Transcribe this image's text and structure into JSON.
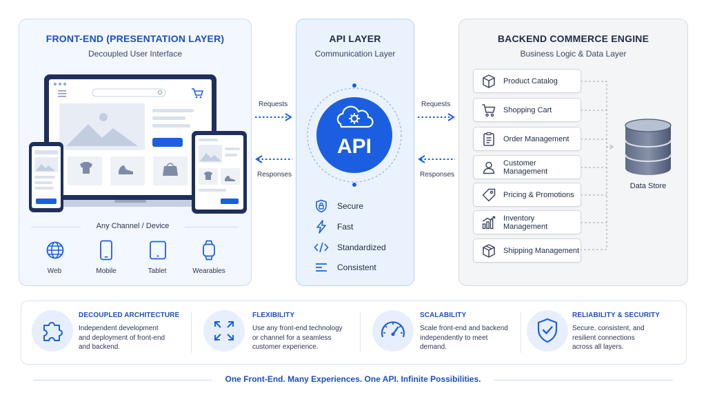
{
  "front": {
    "title": "FRONT-END (PRESENTATION LAYER)",
    "subtitle": "Decoupled User Interface",
    "channel_caption": "Any Channel / Device",
    "channels": [
      {
        "label": "Web",
        "icon": "globe-icon"
      },
      {
        "label": "Mobile",
        "icon": "mobile-icon"
      },
      {
        "label": "Tablet",
        "icon": "tablet-icon"
      },
      {
        "label": "Wearables",
        "icon": "watch-icon"
      }
    ]
  },
  "api": {
    "title": "API LAYER",
    "subtitle": "Communication Layer",
    "badge": "API",
    "features": [
      {
        "label": "Secure",
        "icon": "lock-icon"
      },
      {
        "label": "Fast",
        "icon": "lightning-icon"
      },
      {
        "label": "Standardized",
        "icon": "code-icon"
      },
      {
        "label": "Consistent",
        "icon": "lines-icon"
      }
    ]
  },
  "flow": {
    "left_requests": "Requests",
    "left_responses": "Responses",
    "right_requests": "Requests",
    "right_responses": "Responses"
  },
  "backend": {
    "title": "BACKEND COMMERCE ENGINE",
    "subtitle": "Business Logic & Data Layer",
    "modules": [
      {
        "label": "Product Catalog",
        "icon": "box-icon"
      },
      {
        "label": "Shopping Cart",
        "icon": "cart-icon"
      },
      {
        "label": "Order Management",
        "icon": "clipboard-icon"
      },
      {
        "label": "Customer Management",
        "icon": "user-icon"
      },
      {
        "label": "Pricing & Promotions",
        "icon": "tag-icon"
      },
      {
        "label": "Inventory Management",
        "icon": "bar-chart-icon"
      },
      {
        "label": "Shipping Management",
        "icon": "package-icon"
      }
    ],
    "data_store": "Data Store"
  },
  "benefits": [
    {
      "title": "DECOUPLED ARCHITECTURE",
      "lines": [
        "Independent development",
        "and deployment of front-end",
        "and backend."
      ],
      "icon": "puzzle-icon"
    },
    {
      "title": "FLEXIBILITY",
      "lines": [
        "Use any front-end technology",
        "or channel for a seamless",
        "customer experience."
      ],
      "icon": "expand-icon"
    },
    {
      "title": "SCALABILITY",
      "lines": [
        "Scale front-end and backend",
        "independently to meet",
        "demand."
      ],
      "icon": "gauge-icon"
    },
    {
      "title": "RELIABILITY & SECURITY",
      "lines": [
        "Secure, consistent, and",
        "resilient connections",
        "across all layers."
      ],
      "icon": "shield-check-icon"
    }
  ],
  "tagline": "One Front-End. Many Experiences. One API. Infinite Possibilities.",
  "colors": {
    "accent": "#1b5fe0",
    "accent_dark": "#1b4fbf",
    "panel_blue": "#f3f7fe",
    "panel_gray": "#f4f5f7"
  }
}
